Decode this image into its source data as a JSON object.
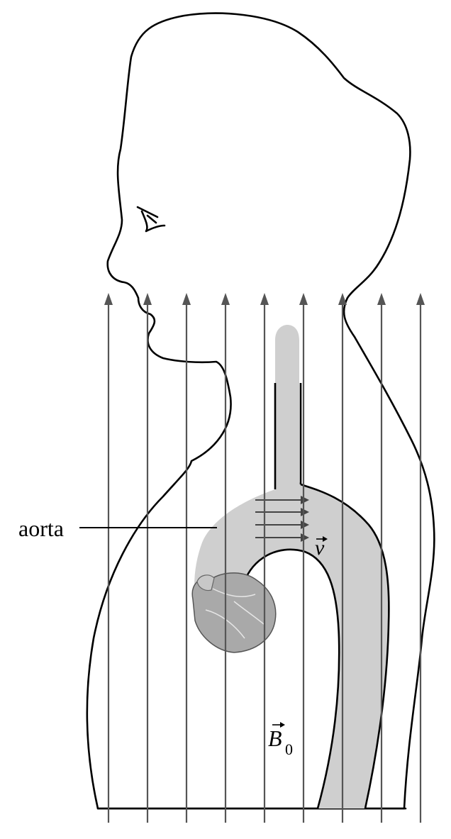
{
  "labels": {
    "aorta": "aorta",
    "velocity": "v",
    "field": "B",
    "field_subscript": "0"
  },
  "icons": {
    "heart": "heart-icon"
  },
  "colors": {
    "field_lines": "#555555",
    "aorta_fill": "#cfcfcf",
    "outline": "#000000"
  }
}
